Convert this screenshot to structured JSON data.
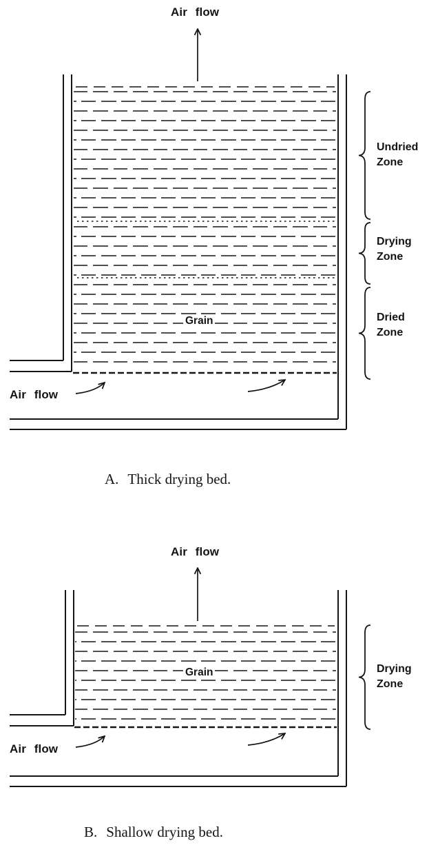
{
  "diagram_a": {
    "air_flow_top": "Air flow",
    "air_flow_bottom": "Air flow",
    "grain_label": "Grain",
    "zones": [
      {
        "line1": "Undried",
        "line2": "Zone"
      },
      {
        "line1": "Drying",
        "line2": "Zone"
      },
      {
        "line1": "Dried",
        "line2": "Zone"
      }
    ],
    "caption_letter": "A.",
    "caption_text": "Thick drying bed."
  },
  "diagram_b": {
    "air_flow_top": "Air flow",
    "air_flow_bottom": "Air flow",
    "grain_label": "Grain",
    "zones": [
      {
        "line1": "Drying",
        "line2": "Zone"
      }
    ],
    "caption_letter": "B.",
    "caption_text": "Shallow drying bed."
  },
  "colors": {
    "ink": "#141414",
    "background": "#ffffff"
  }
}
